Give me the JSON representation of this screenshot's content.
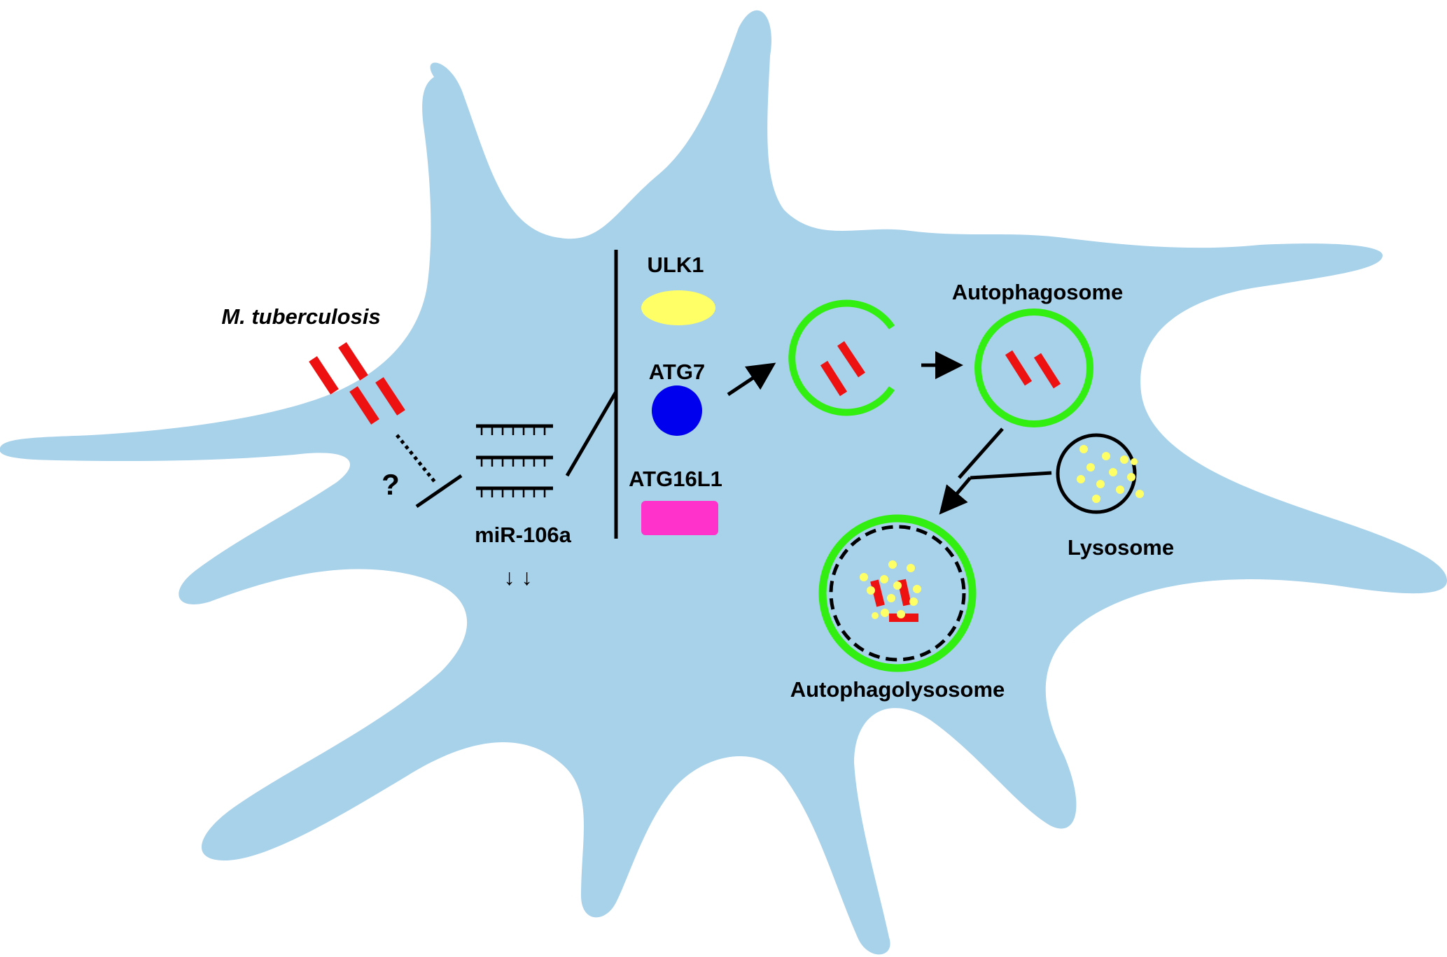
{
  "labels": {
    "pathogen": "M. tuberculosis",
    "question": "?",
    "mirna": "miR-106a",
    "mirna_trend": "↓ ↓",
    "ulk1": "ULK1",
    "atg7": "ATG7",
    "atg16l1": "ATG16L1",
    "autophagosome": "Autophagosome",
    "lysosome": "Lysosome",
    "autophagolysosome": "Autophagolysosome"
  },
  "colors": {
    "cell": "#a8d1ea",
    "bacteria": "#ee1111",
    "ulk1": "#ffff66",
    "atg7": "#0000ee",
    "atg16l1": "#ff33cc",
    "membrane": "#33ee11",
    "lysosome_granule": "#ffff66",
    "line": "#000000"
  },
  "icons": {
    "bacteria": "red-rod-bacteria-icon",
    "inhibition": "t-bar-inhibition-icon",
    "activation": "arrow-icon"
  }
}
